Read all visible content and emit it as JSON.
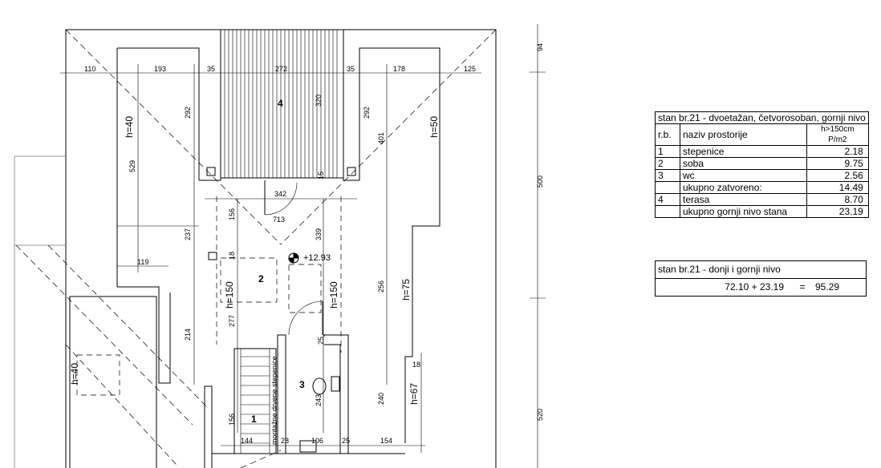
{
  "dimensions": {
    "top": [
      "110",
      "193",
      "35",
      "272",
      "35",
      "178",
      "125"
    ],
    "left_vertical": [
      "292",
      "529",
      "237",
      "214"
    ],
    "center_vertical": [
      "320",
      "156",
      "339",
      "277",
      "243",
      "156"
    ],
    "right_vertical": [
      "292",
      "401",
      "256",
      "240"
    ],
    "small": [
      "15",
      "18",
      "25",
      "18"
    ],
    "inner_horizontal": [
      "342",
      "713",
      "119"
    ],
    "bottom": [
      "144",
      "28",
      "106",
      "25",
      "154"
    ],
    "right_side": [
      "94",
      "500",
      "520"
    ]
  },
  "heights": [
    "h=40",
    "h=50",
    "h=150",
    "h=150",
    "h=75",
    "h=40",
    "h=67"
  ],
  "rooms": [
    "1",
    "2",
    "3",
    "4"
  ],
  "elevation": "+12.93",
  "stair_label": "montažne drvene stepenice",
  "table1": {
    "title": "stan br.21 - dvoetažan, četvorosoban, gornji nivo",
    "header": {
      "col1": "r.b.",
      "col2": "naziv prostorije",
      "col3a": "h>150cm",
      "col3b": "P/m2"
    },
    "rows": [
      {
        "rb": "1",
        "name": "stepenice",
        "area": "2.18"
      },
      {
        "rb": "2",
        "name": "soba",
        "area": "9.75"
      },
      {
        "rb": "3",
        "name": "wc",
        "area": "2.56"
      },
      {
        "rb": "",
        "name": "ukupno zatvoreno:",
        "area": "14.49"
      },
      {
        "rb": "4",
        "name": "terasa",
        "area": "8.70"
      },
      {
        "rb": "",
        "name": "ukupno gornji nivo stana",
        "area": "23.19"
      }
    ]
  },
  "table2": {
    "title": "stan br.21 - donji i gornji nivo",
    "formula": "72.10 + 23.19",
    "equals": "=",
    "total": "95.29"
  }
}
